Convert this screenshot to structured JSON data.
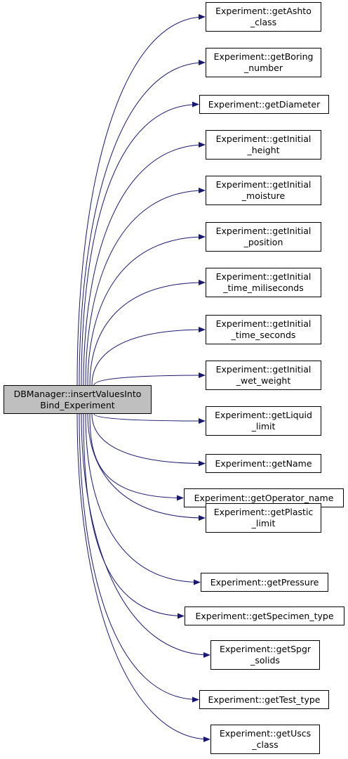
{
  "diagram": {
    "root": {
      "lines": [
        "DBManager::insertValuesInto",
        "Bind_Experiment"
      ]
    },
    "callees": [
      {
        "lines": [
          "Experiment::getAshto",
          "_class"
        ]
      },
      {
        "lines": [
          "Experiment::getBoring",
          "_number"
        ]
      },
      {
        "lines": [
          "Experiment::getDiameter"
        ]
      },
      {
        "lines": [
          "Experiment::getInitial",
          "_height"
        ]
      },
      {
        "lines": [
          "Experiment::getInitial",
          "_moisture"
        ]
      },
      {
        "lines": [
          "Experiment::getInitial",
          "_position"
        ]
      },
      {
        "lines": [
          "Experiment::getInitial",
          "_time_miliseconds"
        ]
      },
      {
        "lines": [
          "Experiment::getInitial",
          "_time_seconds"
        ]
      },
      {
        "lines": [
          "Experiment::getInitial",
          "_wet_weight"
        ]
      },
      {
        "lines": [
          "Experiment::getLiquid",
          "_limit"
        ]
      },
      {
        "lines": [
          "Experiment::getName"
        ]
      },
      {
        "lines": [
          "Experiment::getOperator_name"
        ]
      },
      {
        "lines": [
          "Experiment::getPlastic",
          "_limit"
        ]
      },
      {
        "lines": [
          "Experiment::getPressure"
        ]
      },
      {
        "lines": [
          "Experiment::getSpecimen_type"
        ]
      },
      {
        "lines": [
          "Experiment::getSpgr",
          "_solids"
        ]
      },
      {
        "lines": [
          "Experiment::getTest_type"
        ]
      },
      {
        "lines": [
          "Experiment::getUscs",
          "_class"
        ]
      }
    ],
    "colors": {
      "edge": "#191970",
      "root_fill": "#bfbfbf",
      "node_border": "#000000"
    }
  }
}
